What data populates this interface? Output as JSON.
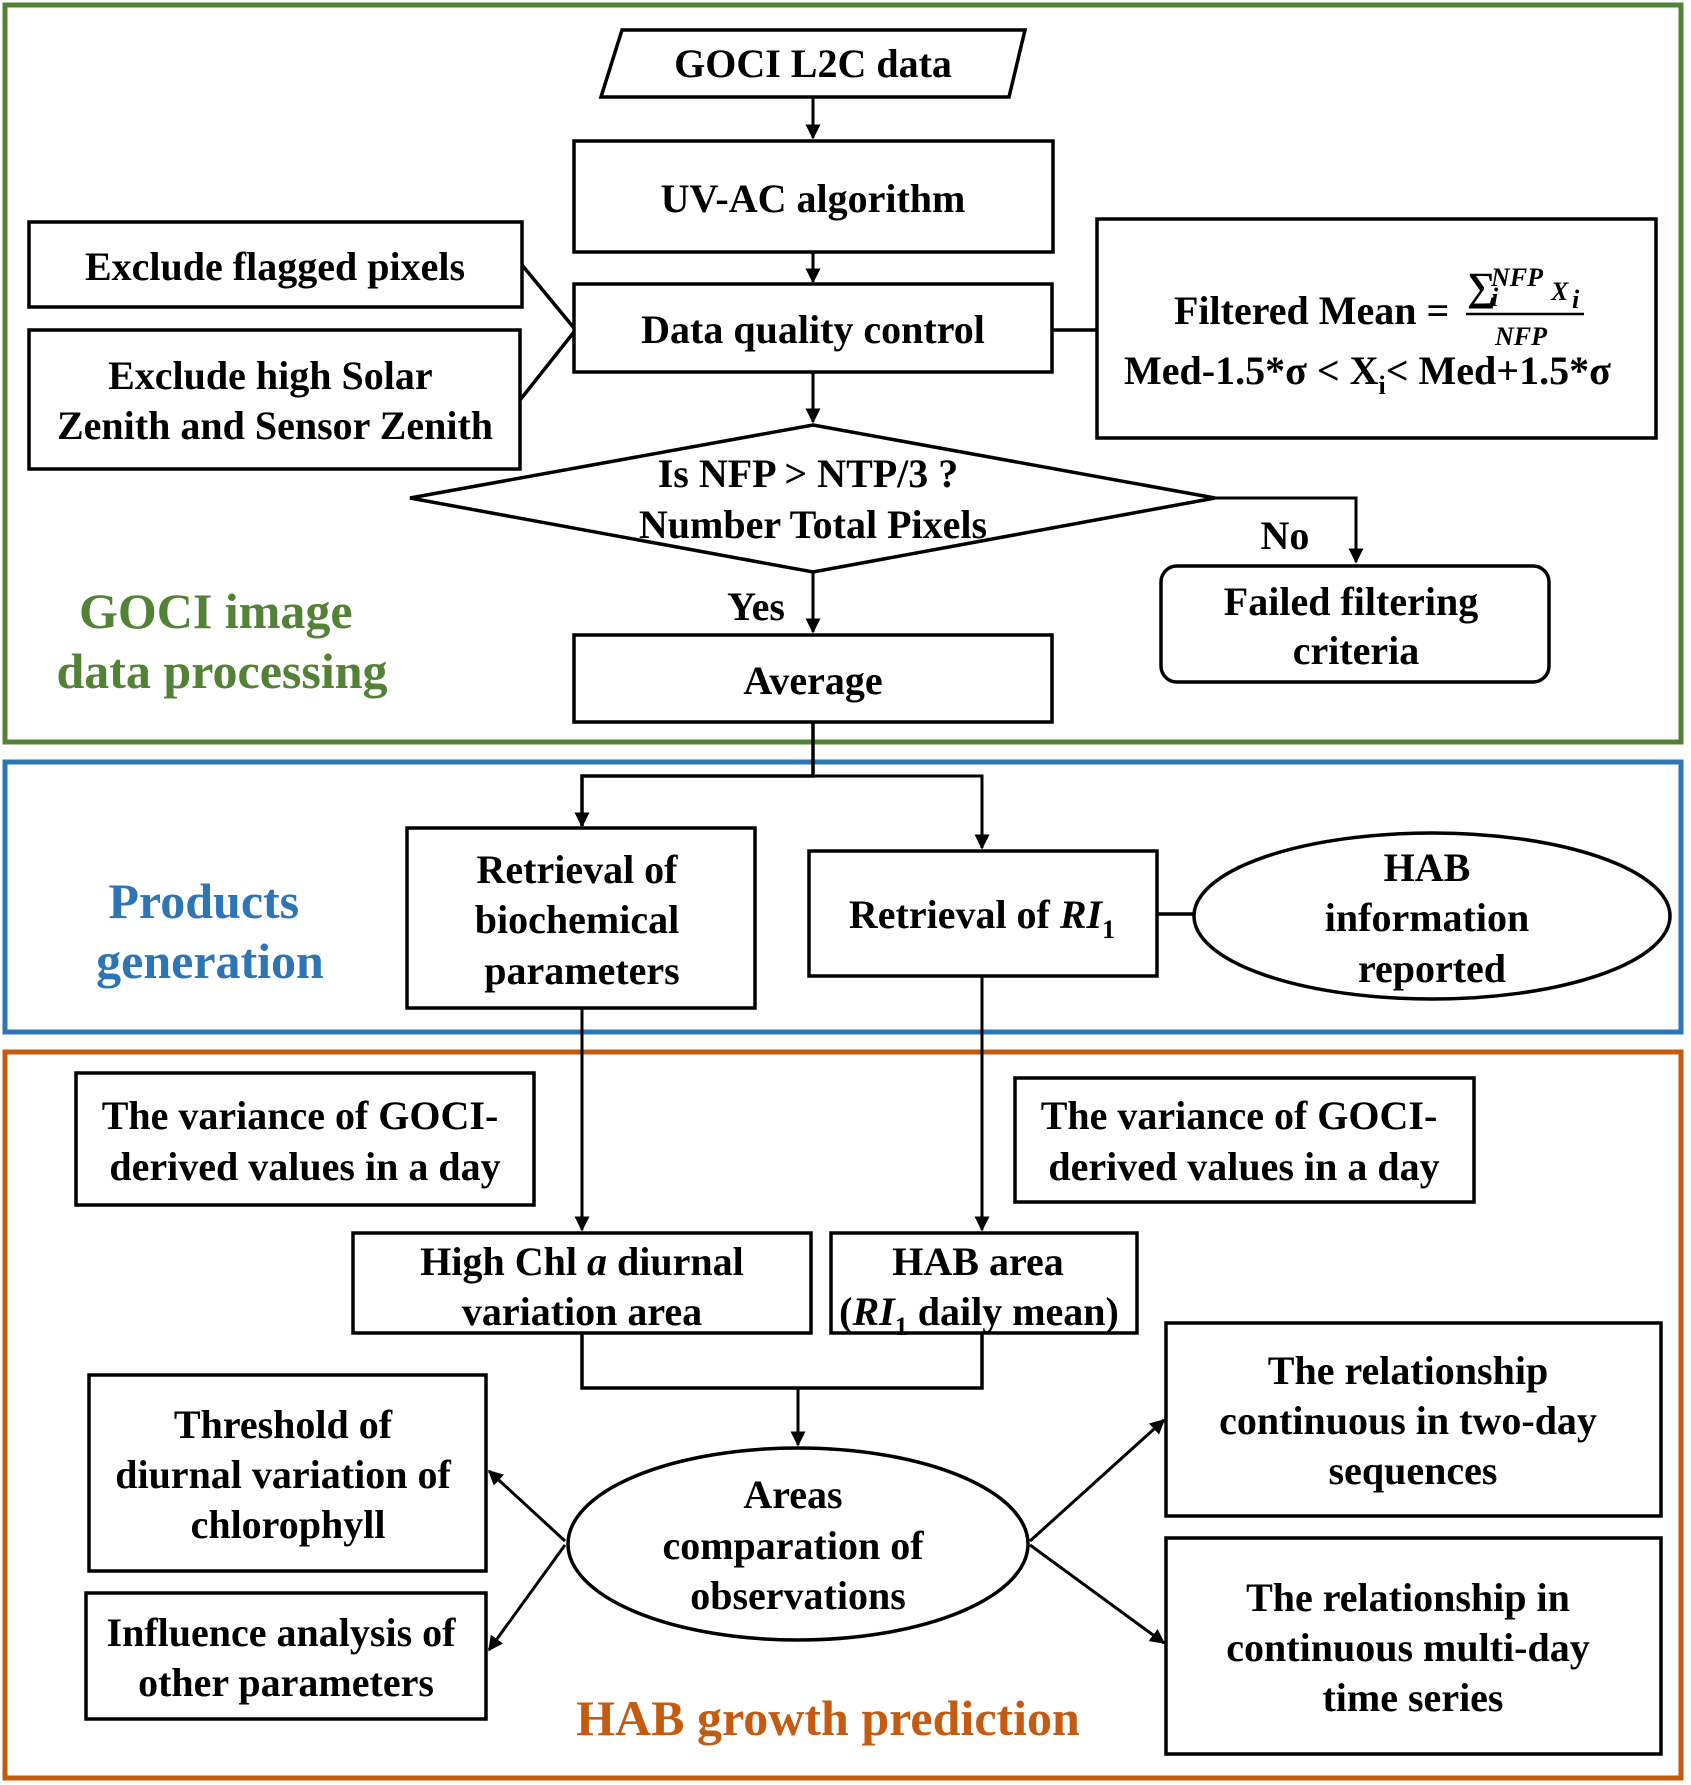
{
  "colors": {
    "section_processing": "#538135",
    "section_products": "#2E75B6",
    "section_prediction": "#C55A11"
  },
  "sections": {
    "processing": [
      "GOCI image",
      "data processing"
    ],
    "products": [
      "Products",
      "generation"
    ],
    "prediction": [
      "HAB growth prediction"
    ]
  },
  "nodes": {
    "goci_l2c": [
      "GOCI L2C data"
    ],
    "uvac": [
      "UV-AC algorithm"
    ],
    "exclude_flagged": [
      "Exclude flagged pixels"
    ],
    "exclude_zenith": [
      "Exclude high Solar",
      "Zenith and Sensor Zenith"
    ],
    "data_quality": [
      "Data quality control"
    ],
    "filter_formula": {
      "mean_label": "Filtered Mean =",
      "sum_symbol": "∑",
      "sum_sub": "i",
      "sum_sup": "NFP",
      "sum_var": "X",
      "sum_var_sub": "i",
      "denominator": "NFP",
      "range_left": "Med-1.5*σ < X",
      "range_sub": "i",
      "range_right": "< Med+1.5*σ"
    },
    "decision": [
      "Is NFP > NTP/3 ?",
      "Number Total Pixels"
    ],
    "failed": [
      "Failed filtering",
      "criteria"
    ],
    "average": [
      "Average"
    ],
    "retrieval_bio": [
      "Retrieval of",
      "biochemical",
      "parameters"
    ],
    "retrieval_ri": {
      "prefix": "Retrieval of ",
      "var": "RI",
      "sub": "1"
    },
    "hab_info": [
      "HAB",
      "information",
      "reported"
    ],
    "variance_left": [
      "The variance of GOCI-",
      "derived values in a day"
    ],
    "variance_right": [
      "The variance of GOCI-",
      "derived values in a day"
    ],
    "high_chl": {
      "line1_prefix": "High Chl ",
      "line1_var": "a",
      "line1_suffix": " diurnal",
      "line2": "variation area"
    },
    "hab_area": {
      "line1": "HAB area",
      "line2_open": "(",
      "line2_var": "RI",
      "line2_sub": "1",
      "line2_rest": " daily mean)"
    },
    "threshold": [
      "Threshold of",
      "diurnal variation of",
      "chlorophyll"
    ],
    "influence": [
      "Influence analysis of",
      "other parameters"
    ],
    "areas": [
      "Areas",
      "comparation of",
      "observations"
    ],
    "rel_two_day": [
      "The relationship",
      "continuous in two-day",
      "sequences"
    ],
    "rel_multi_day": [
      "The relationship in",
      "continuous multi-day",
      "time series"
    ]
  },
  "edge_labels": {
    "no": "No",
    "yes": "Yes"
  }
}
